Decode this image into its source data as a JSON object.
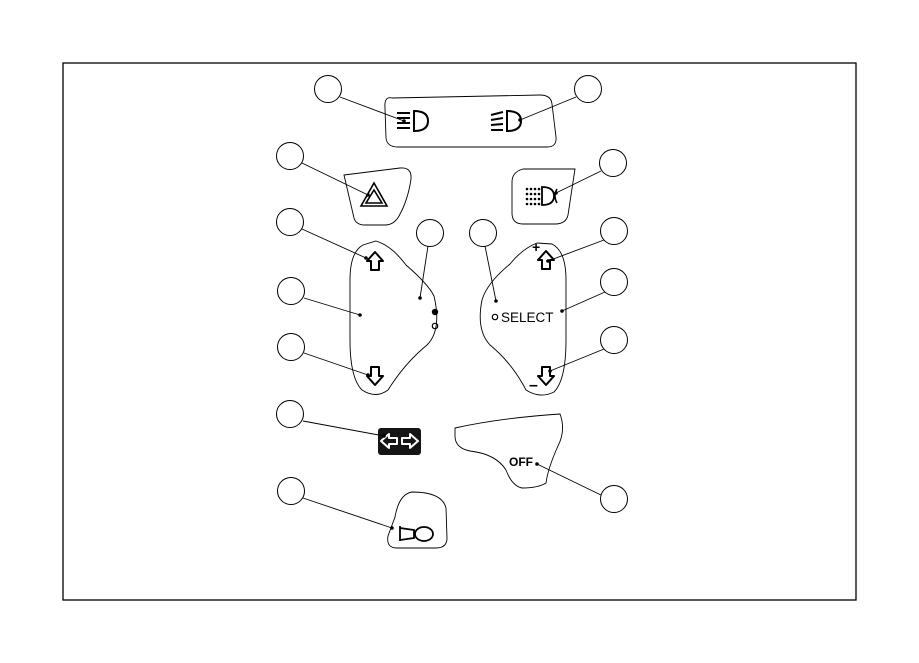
{
  "labels": {
    "select": "SELECT",
    "off": "OFF",
    "plus": "+",
    "minus": "–"
  },
  "icons": [
    "low-beam-headlight-icon",
    "high-beam-headlight-icon",
    "hazard-warning-icon",
    "fog-light-icon",
    "arrow-up-icon",
    "arrow-down-icon",
    "turn-signal-icon",
    "horn-icon"
  ],
  "callouts": [
    "low-beam",
    "high-beam",
    "hazard",
    "fog-light",
    "left-up",
    "left-indicator",
    "left-panel",
    "left-down",
    "right-select-indicator",
    "right-up",
    "right-select",
    "right-down",
    "turn-signal",
    "off",
    "horn"
  ],
  "colors": {
    "stroke": "#000000",
    "panel": "#ffffff"
  }
}
